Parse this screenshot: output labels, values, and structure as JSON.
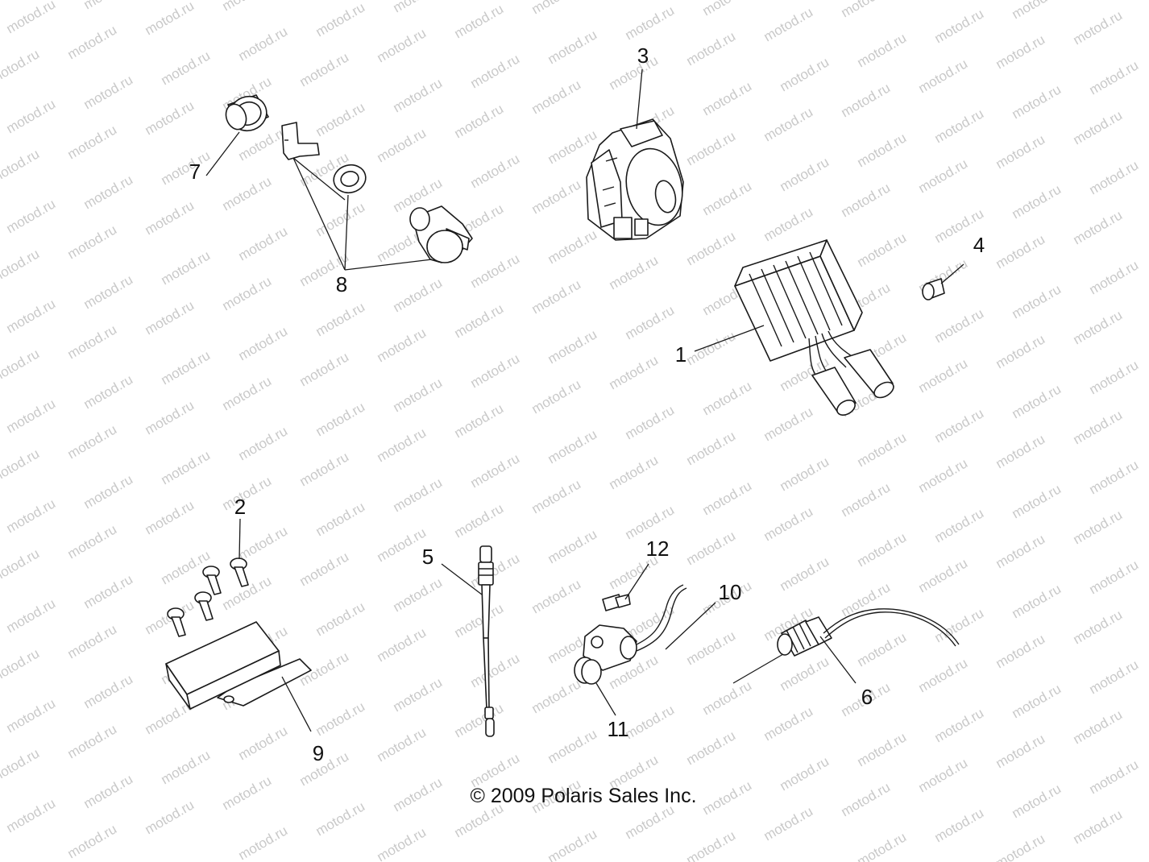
{
  "watermark": {
    "text": "motod.ru"
  },
  "copyright": "© 2009 Polaris Sales Inc.",
  "callouts": {
    "c1": "1",
    "c2": "2",
    "c3": "3",
    "c4": "4",
    "c5": "5",
    "c6": "6",
    "c7": "7",
    "c8": "8",
    "c9": "9",
    "c10": "10",
    "c11": "11",
    "c12": "12"
  },
  "parts": [
    {
      "callout": "1",
      "icon": "voltage-regulator-icon"
    },
    {
      "callout": "2",
      "icon": "screw-icon"
    },
    {
      "callout": "3",
      "icon": "handlebar-switch-icon"
    },
    {
      "callout": "4",
      "icon": "rivet-icon"
    },
    {
      "callout": "5",
      "icon": "wire-harness-icon"
    },
    {
      "callout": "6",
      "icon": "temperature-sensor-icon"
    },
    {
      "callout": "7",
      "icon": "cap-icon"
    },
    {
      "callout": "8",
      "icon": "key-switch-icon"
    },
    {
      "callout": "9",
      "icon": "module-icon"
    },
    {
      "callout": "10",
      "icon": "speed-sensor-icon"
    },
    {
      "callout": "11",
      "icon": "plug-icon"
    },
    {
      "callout": "12",
      "icon": "bolt-icon"
    }
  ]
}
